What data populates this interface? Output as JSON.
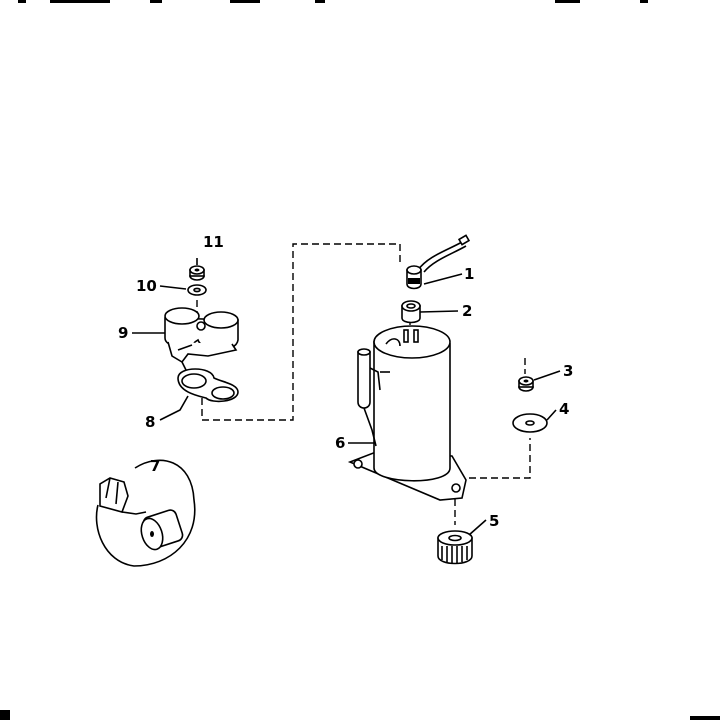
{
  "parts": [
    {
      "number": "1",
      "icon": "terminal-cover-icon"
    },
    {
      "number": "2",
      "icon": "terminal-gasket-icon"
    },
    {
      "number": "3",
      "icon": "nut-icon"
    },
    {
      "number": "4",
      "icon": "washer-icon"
    },
    {
      "number": "5",
      "icon": "grommet-icon"
    },
    {
      "number": "6",
      "icon": "compressor-icon"
    },
    {
      "number": "7",
      "icon": "overload-protector-icon"
    },
    {
      "number": "8",
      "icon": "gasket-icon"
    },
    {
      "number": "9",
      "icon": "cover-icon"
    },
    {
      "number": "10",
      "icon": "washer-icon"
    },
    {
      "number": "11",
      "icon": "nut-icon"
    }
  ]
}
